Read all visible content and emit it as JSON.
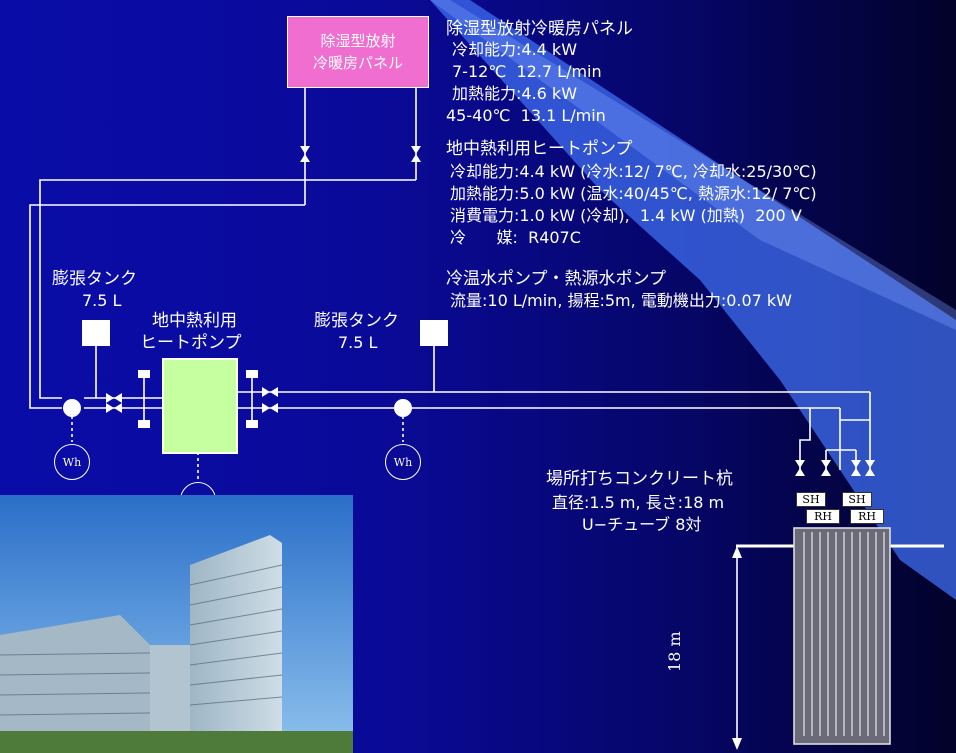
{
  "panel_box": {
    "line1": "除湿型放射",
    "line2": "冷暖房パネル"
  },
  "specs": {
    "panel_title": "除湿型放射冷暖房パネル",
    "panel_cooling": "冷却能力:4.4 kW",
    "panel_cooling_flow": "7-12℃  12.7 L/min",
    "panel_heating": "加熱能力:4.6 kW",
    "panel_heating_flow": "45-40℃  13.1 L/min",
    "hp_title": "地中熱利用ヒートポンプ",
    "hp_cooling": "冷却能力:4.4 kW (冷水:12/ 7℃, 冷却水:25/30℃)",
    "hp_heating": "加熱能力:5.0 kW (温水:40/45℃, 熱源水:12/ 7℃)",
    "hp_power": "消費電力:1.0 kW (冷却),  1.4 kW (加熱)  200 V",
    "hp_refrigerant": "冷      媒:  R407C",
    "pump_title": "冷温水ポンプ・熱源水ポンプ",
    "pump_spec": "流量:10 L/min, 揚程:5m, 電動機出力:0.07 kW"
  },
  "tank_left": {
    "title": "膨張タンク",
    "size": "7.5 L"
  },
  "tank_right": {
    "title": "膨張タンク",
    "size": "7.5 L"
  },
  "heat_pump": {
    "line1": "地中熱利用",
    "line2": "ヒートポンプ"
  },
  "meters": {
    "left": "Wh",
    "right": "Wh"
  },
  "pile": {
    "title": "場所打ちコンクリート杭",
    "dims": "直径:1.5 m, 長さ:18 m",
    "tubes": "U−チューブ 8対",
    "depth": "18 m",
    "sh1": "SH",
    "sh2": "SH",
    "rh1": "RH",
    "rh2": "RH"
  },
  "colors": {
    "background": "#0a0a98",
    "panel_box": "#f06ed0",
    "heat_pump": "#c6ffa0",
    "beam": "#4a78ff"
  }
}
